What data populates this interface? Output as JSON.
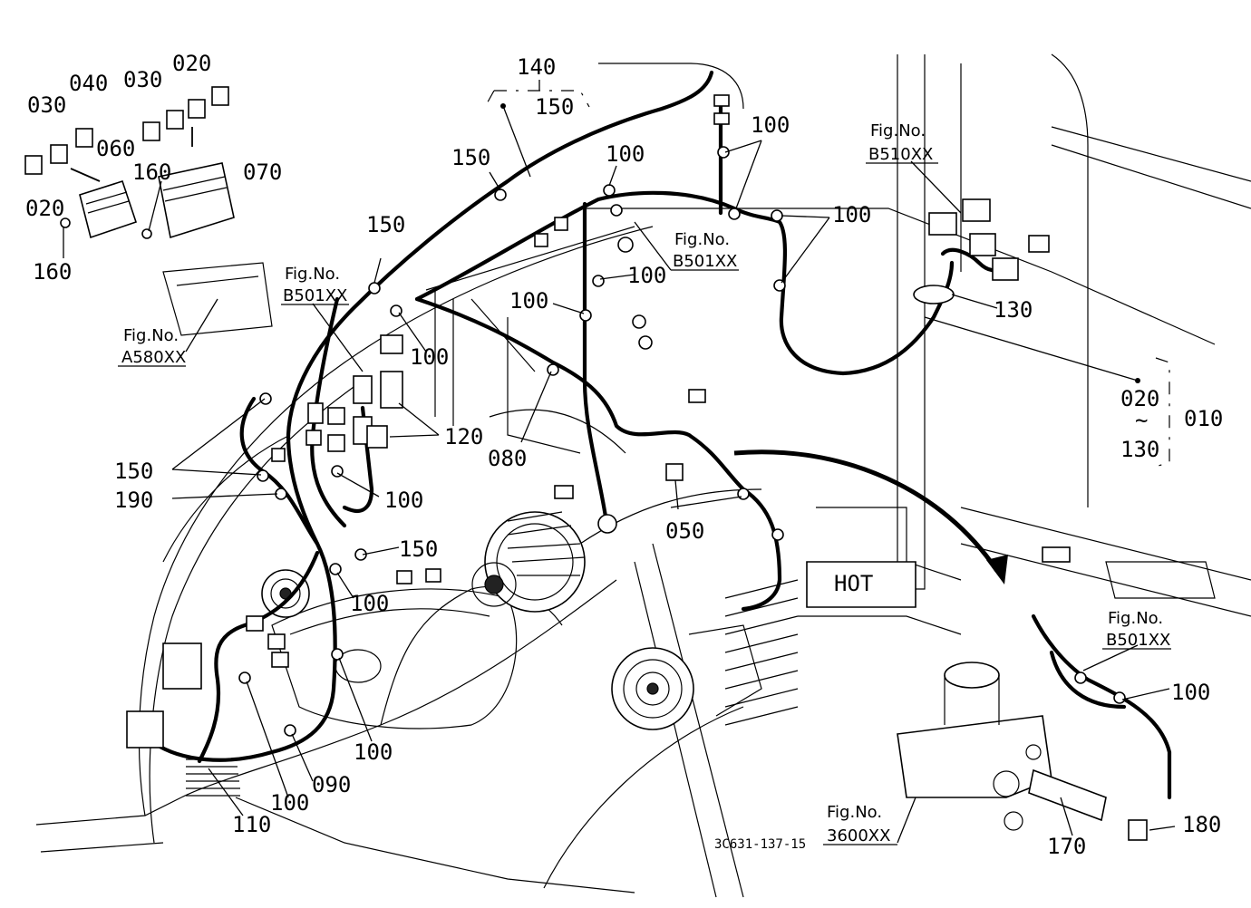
{
  "diagram": {
    "drawing_number": "3C631-137-15",
    "part_labels": {
      "p020_top": "020",
      "p030_top": "030",
      "p040": "040",
      "p030_left": "030",
      "p060": "060",
      "p070": "070",
      "p160_a": "160",
      "p020_left": "020",
      "p160_b": "160",
      "p140": "140",
      "p150_top": "150",
      "p150_a": "150",
      "p100_a": "100",
      "p100_b": "100",
      "p100_c": "100",
      "p150_b": "150",
      "p100_d": "100",
      "p100_e": "100",
      "p130": "130",
      "p100_f": "100",
      "p120": "120",
      "p080": "080",
      "p150_c": "150",
      "p190": "190",
      "p100_g": "100",
      "p150_d": "150",
      "p100_h": "100",
      "p050": "050",
      "p020_r": "020",
      "p130_r": "130",
      "p010": "010",
      "p100_i": "100",
      "p100_j": "100",
      "p090": "090",
      "p100_k": "100",
      "p110": "110",
      "p170": "170",
      "p180": "180",
      "tilde": "~",
      "hot": "HOT"
    },
    "fig_refs": {
      "b510_title": "Fig.No.",
      "b510_code": "B510XX",
      "b501_a_title": "Fig.No.",
      "b501_a_code": "B501XX",
      "b501_b_title": "Fig.No.",
      "b501_b_code": "B501XX",
      "a580_title": "Fig.No.",
      "a580_code": "A580XX",
      "b501_c_title": "Fig.No.",
      "b501_c_code": "B501XX",
      "f3600_title": "Fig.No.",
      "f3600_code": "3600XX"
    }
  }
}
